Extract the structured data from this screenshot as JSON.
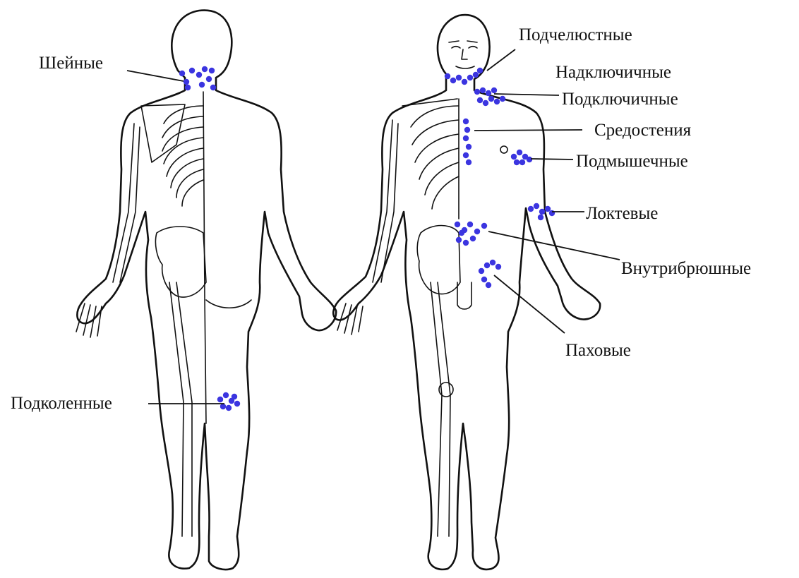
{
  "colors": {
    "node": "#3b35e0",
    "ink": "#111111",
    "background": "#ffffff"
  },
  "labels": {
    "cervical": "Шейные",
    "submandibular": "Подчелюстные",
    "supraclavicular": "Надключичные",
    "subclavian": "Подключичные",
    "mediastinal": "Средостения",
    "axillary": "Подмышечные",
    "cubital": "Локтевые",
    "intra_abdominal": "Внутрибрюшные",
    "inguinal": "Паховые",
    "popliteal": "Подколенные"
  }
}
